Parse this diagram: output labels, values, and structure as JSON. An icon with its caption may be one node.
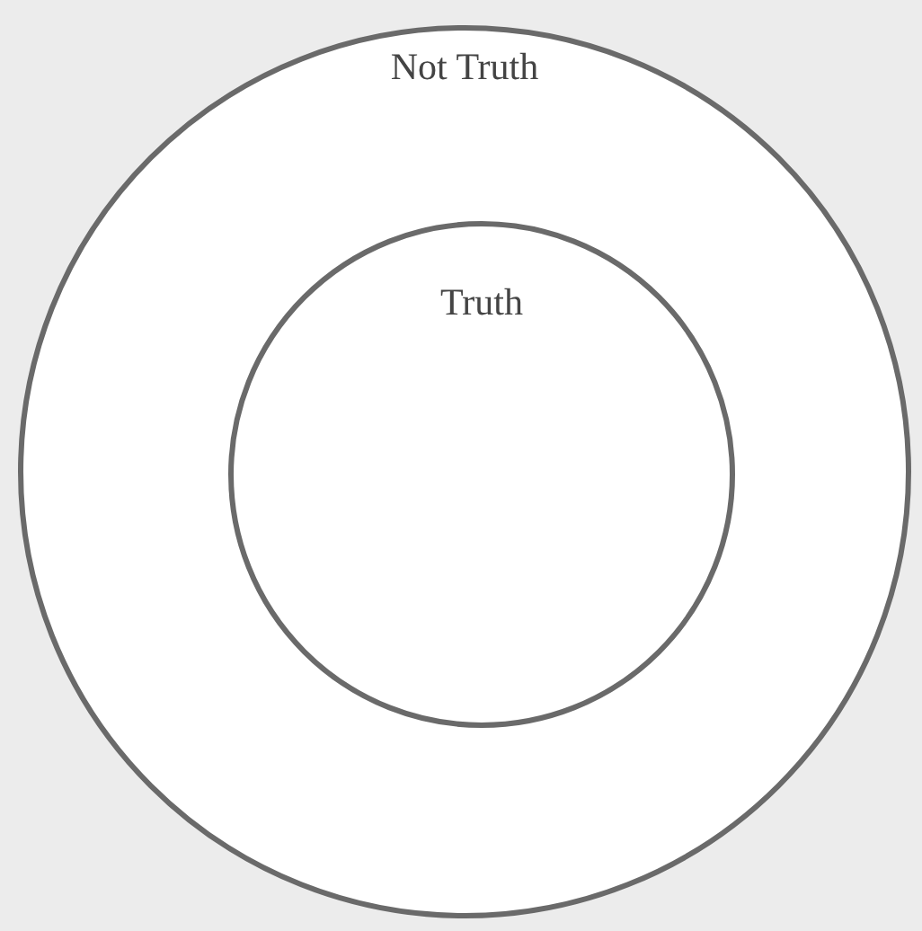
{
  "diagram": {
    "nodes": [
      {
        "text": [
          "Not Truth"
        ]
      },
      {
        "text": [
          "Truth"
        ],
        "in": 0
      }
    ]
  }
}
